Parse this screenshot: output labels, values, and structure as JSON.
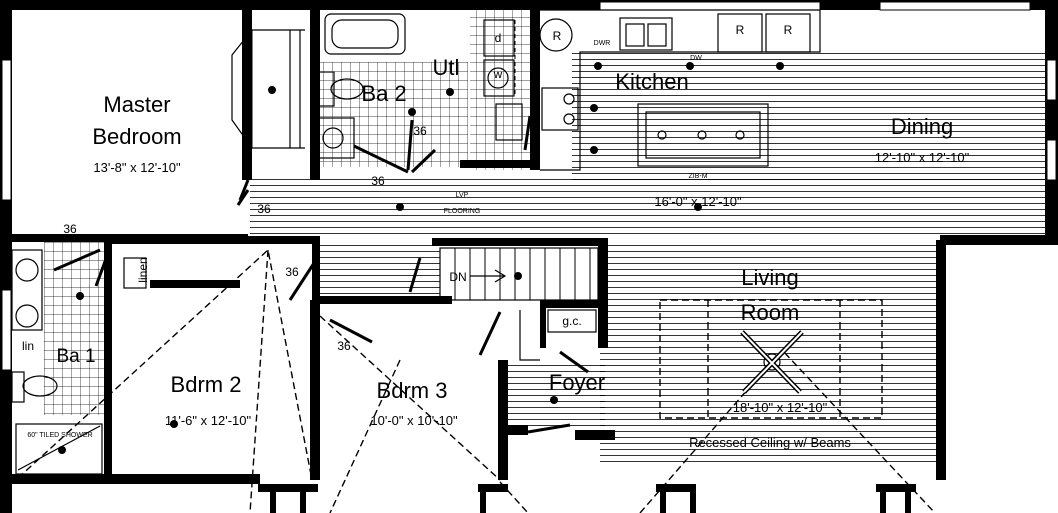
{
  "rooms": {
    "master": {
      "name_line1": "Master",
      "name_line2": "Bedroom",
      "dims": "13'-8\" x 12'-10\""
    },
    "ba2": {
      "name": "Ba 2"
    },
    "utl": {
      "name": "Utl"
    },
    "kitchen": {
      "name": "Kitchen"
    },
    "dining": {
      "name": "Dining",
      "dims": "12'-10\" x 12'-10\""
    },
    "hall": {
      "dims": "16'-0\" x 12'-10\""
    },
    "living": {
      "name_line1": "Living",
      "name_line2": "Room",
      "dims": "18'-10\" x 12'-10\""
    },
    "bdrm2": {
      "name": "Bdrm 2",
      "dims": "11'-6\" x 12'-10\""
    },
    "bdrm3": {
      "name": "Bdrm 3",
      "dims": "10'-0\" x 10'-10\""
    },
    "ba1": {
      "name": "Ba 1"
    },
    "foyer": {
      "name": "Foyer"
    }
  },
  "labels": {
    "d": "d",
    "w": "w",
    "r1": "R",
    "r2": "R",
    "r3": "R",
    "dwr": "DWR",
    "dw": "DW",
    "zib": "ZIB-M",
    "lvp1": "LVP",
    "lvp2": "FLOORING",
    "linen": "linen",
    "lin": "lin",
    "gc": "g.c.",
    "dn": "DN",
    "shower": "60\" TILED SHOWER",
    "ceiling": "Recessed Ceiling w/ Beams",
    "d36a": "36",
    "d36b": "36",
    "d36c": "36",
    "d36d": "36",
    "d36e": "36",
    "d36f": "36"
  }
}
